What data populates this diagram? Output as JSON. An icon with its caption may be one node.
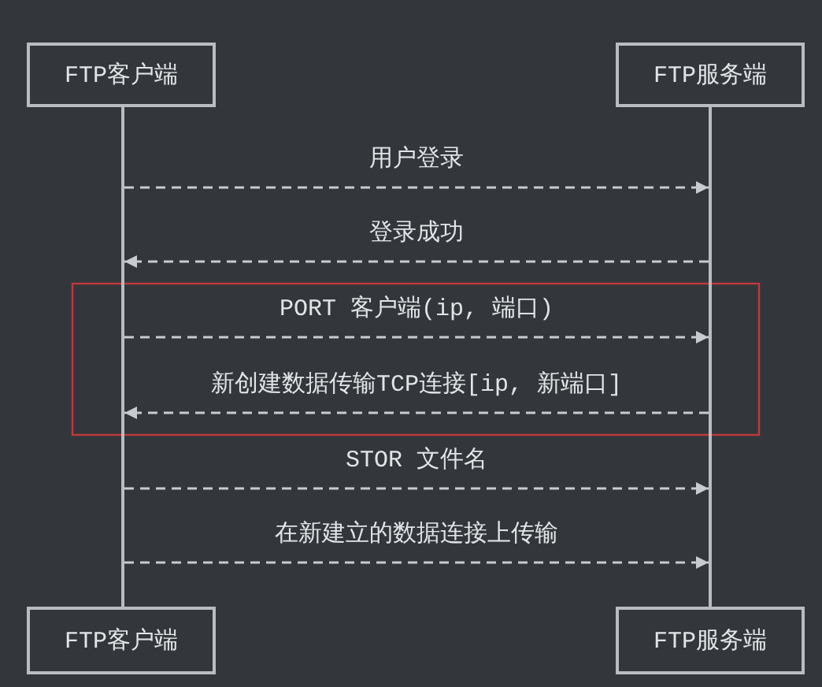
{
  "diagram": {
    "nodes": [
      {
        "text": [
          "FTP客户端"
        ]
      },
      {
        "text": [
          "FTP服务端"
        ]
      },
      {
        "text": [
          "FTP客户端"
        ]
      },
      {
        "text": [
          "FTP服务端"
        ]
      },
      {
        "text": [],
        "shape": "bar"
      },
      {
        "text": [],
        "shape": "bar"
      }
    ],
    "edges": [
      {
        "from": 4,
        "to": 5,
        "arrow": "to",
        "label": "用户登录"
      },
      {
        "from": 5,
        "to": 4,
        "arrow": "to",
        "label": "登录成功"
      },
      {
        "from": 4,
        "to": 5,
        "arrow": "to",
        "label": "PORT 客户端(ip, 端口)"
      },
      {
        "from": 5,
        "to": 4,
        "arrow": "to",
        "label": "新创建数据传输TCP连接[ip, 新端口]"
      },
      {
        "from": 4,
        "to": 5,
        "arrow": "to",
        "label": "STOR 文件名"
      },
      {
        "from": 4,
        "to": 5,
        "arrow": "to",
        "label": "在新建立的数据连接上传输"
      }
    ]
  }
}
